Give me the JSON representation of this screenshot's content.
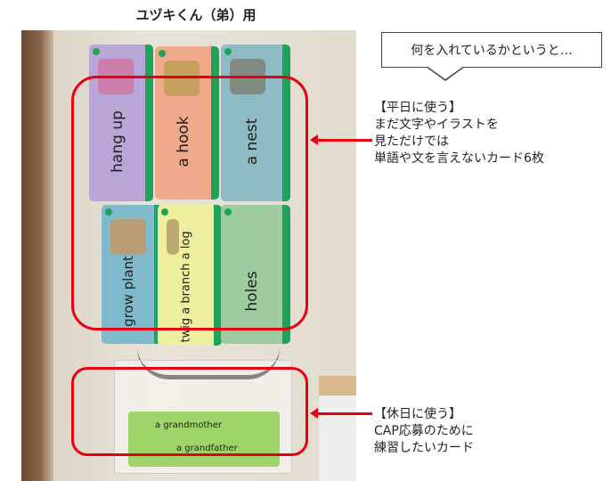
{
  "title": "ユヅキくん（弟）用",
  "bubble": "何を入れているかというと…",
  "weekday_note": [
    "【平日に使う】",
    "まだ文字やイラストを",
    "見ただけでは",
    "単語や文を言えないカード6枚"
  ],
  "holiday_note": [
    "【休日に使う】",
    "CAP応募のために",
    "練習したいカード"
  ],
  "cards": [
    {
      "word": "hang up",
      "color": "#b9a6d6"
    },
    {
      "word": "a hook",
      "color": "#f0a98a"
    },
    {
      "word": "a nest",
      "color": "#8fbcc4"
    },
    {
      "word": "grow   plant",
      "color": "#7fb9cc"
    },
    {
      "word": "a twig  a branch  a log",
      "color": "#eef0a0"
    },
    {
      "word": "holes",
      "color": "#9fcc9e"
    }
  ],
  "bag_card": [
    "a grandmother",
    "a grandfather"
  ],
  "accent": "#e60012"
}
